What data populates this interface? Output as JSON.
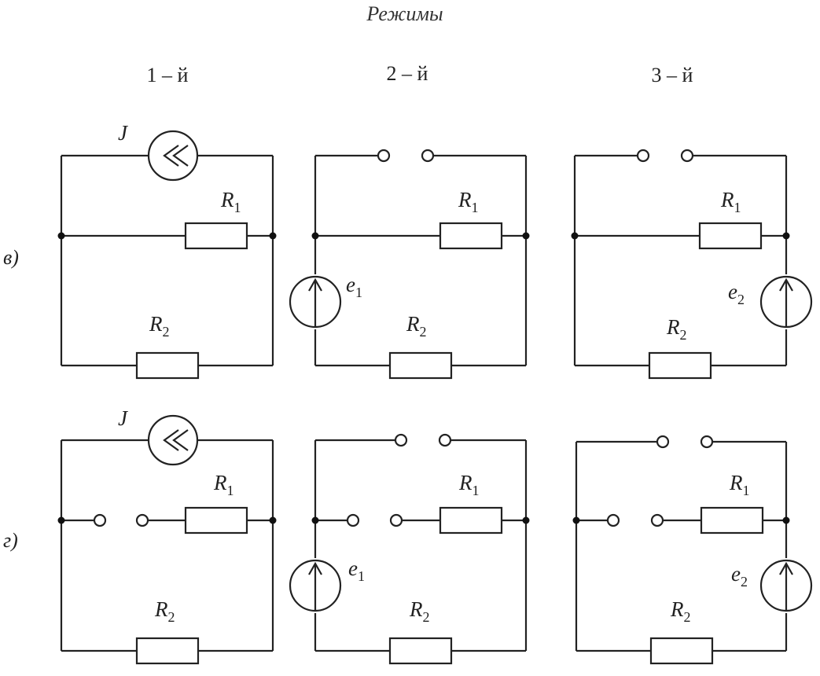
{
  "title": "Режимы",
  "columns": [
    "1 – й",
    "2 – й",
    "3 – й"
  ],
  "rows": [
    "в)",
    "г)"
  ],
  "labels": {
    "J": "J",
    "R": "R",
    "e": "e",
    "sub1": "1",
    "sub2": "2"
  }
}
